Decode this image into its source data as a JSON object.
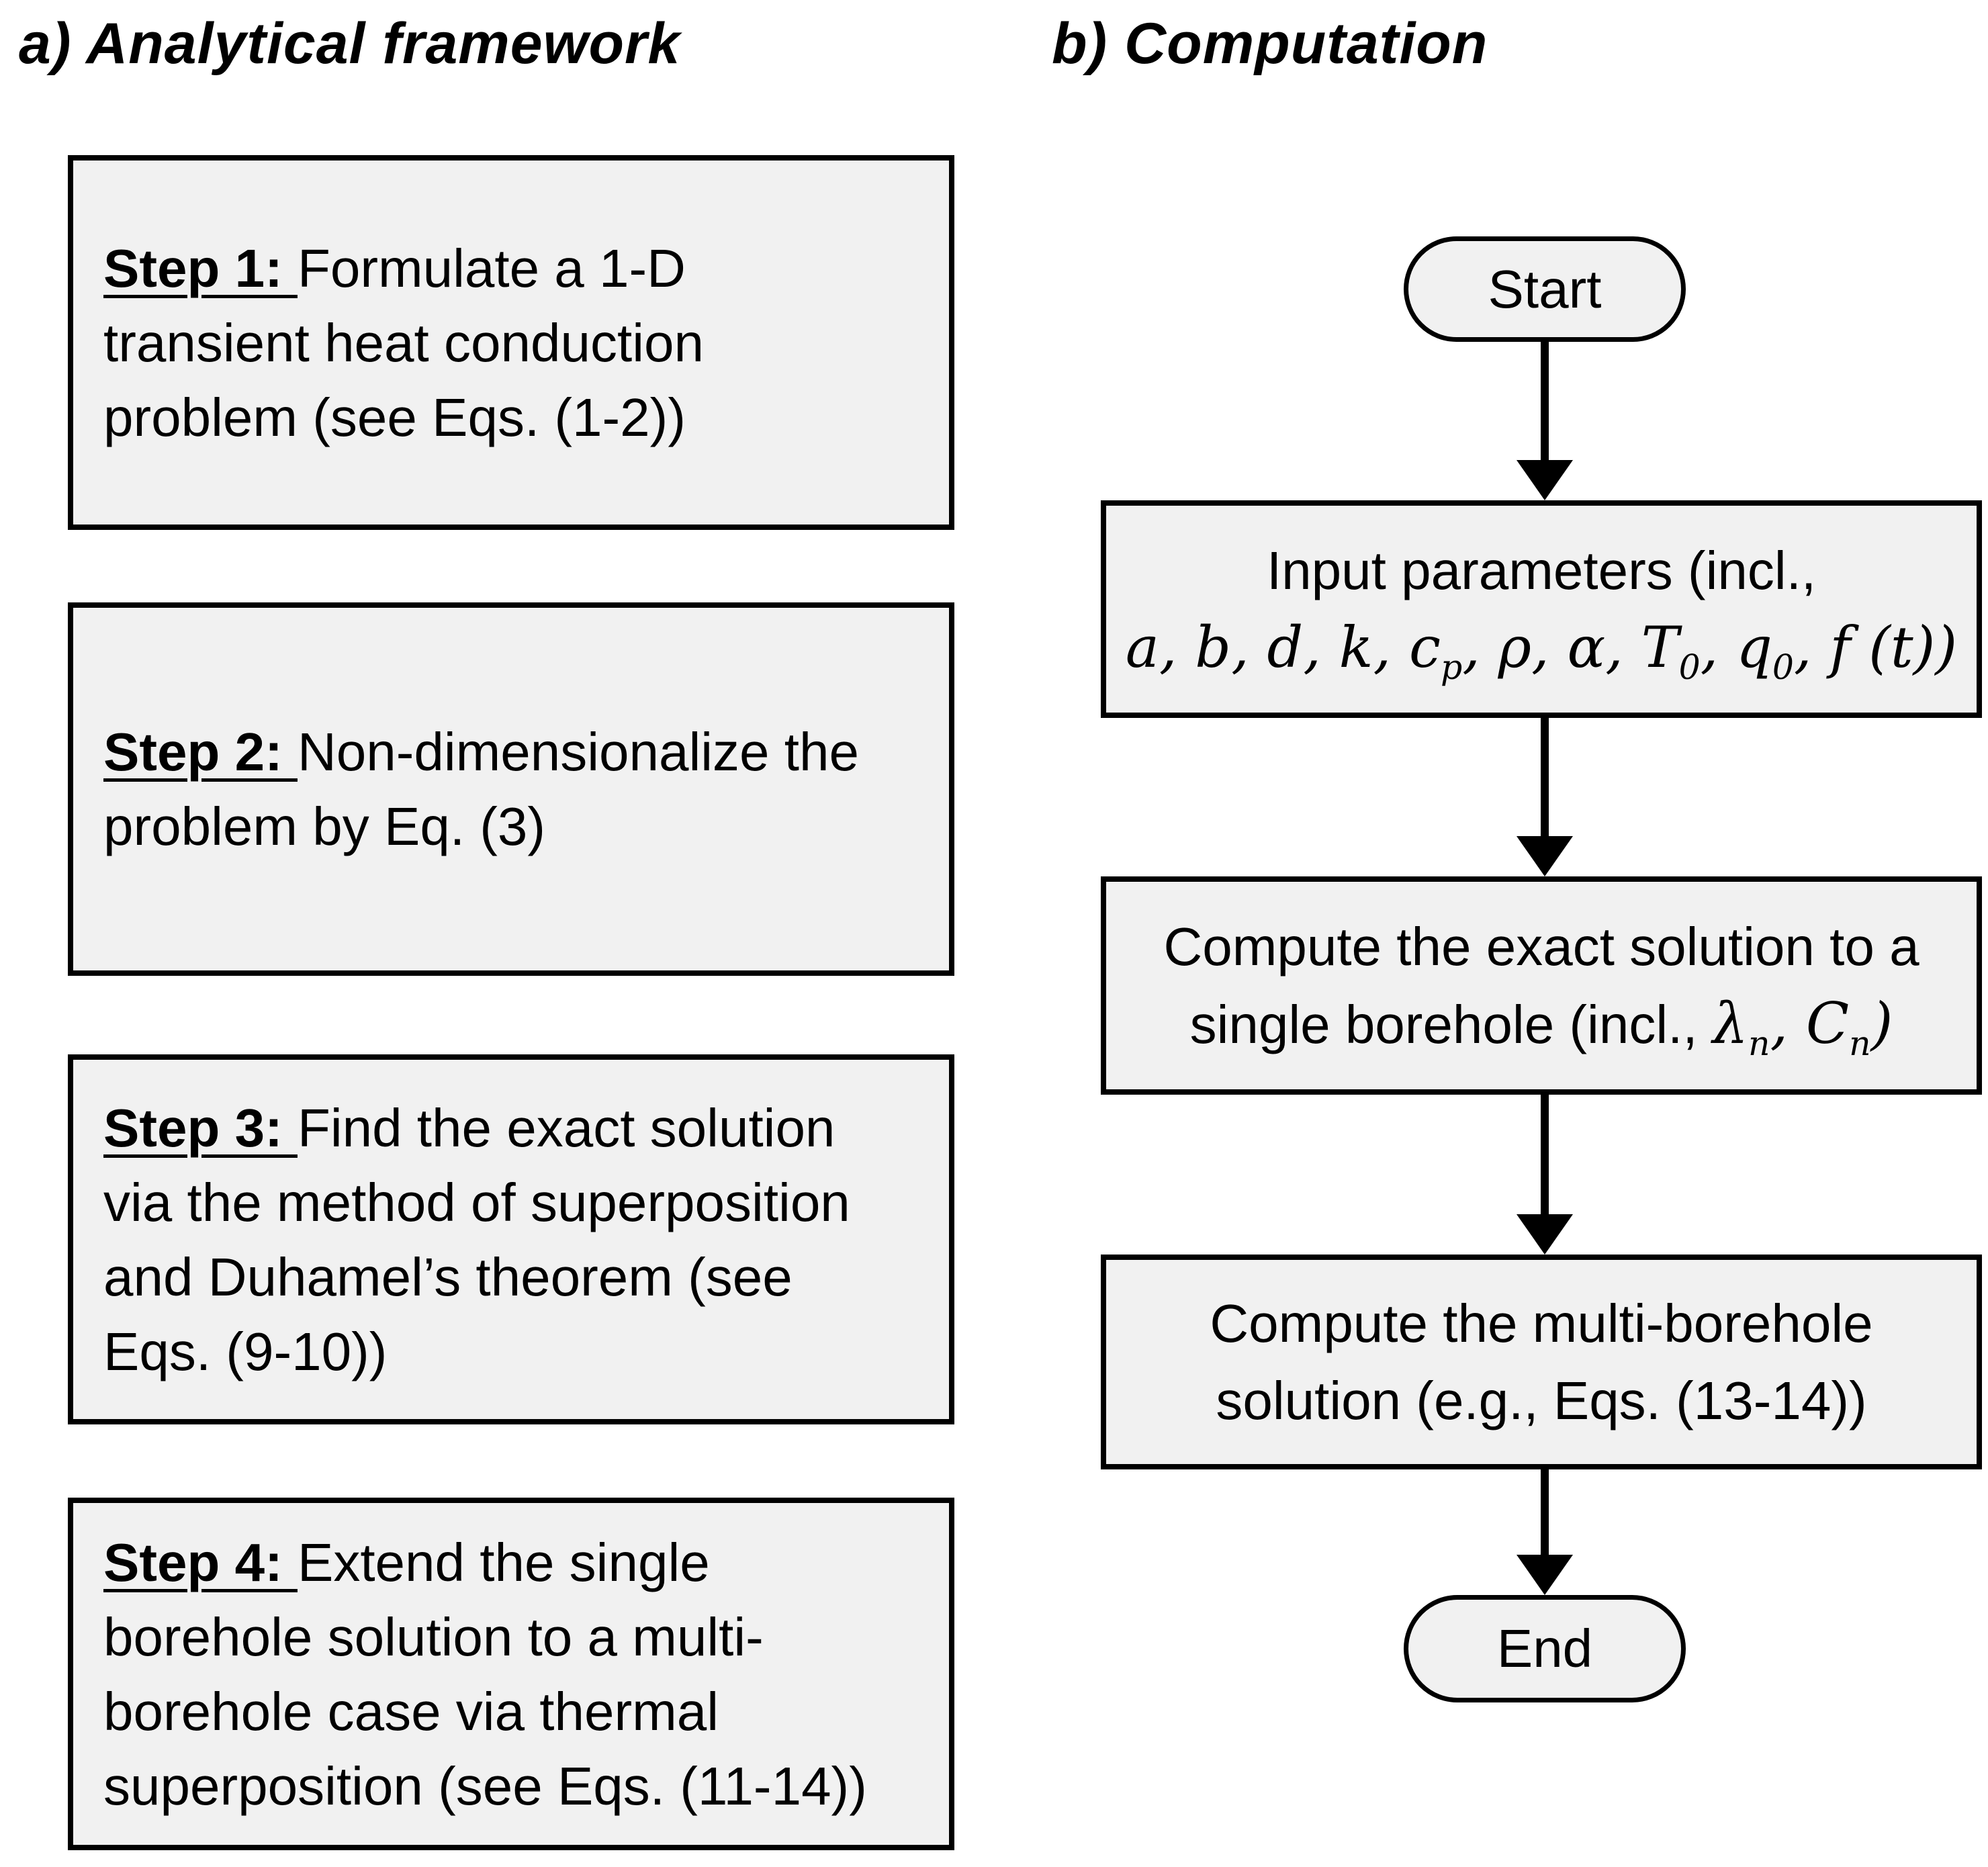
{
  "panel_a": {
    "title": "a) Analytical framework",
    "steps": [
      {
        "prefix": "Step 1: ",
        "lines": [
          "Formulate a 1-D",
          "transient heat conduction",
          "problem (see Eqs. (1-2))"
        ]
      },
      {
        "prefix": "Step 2: ",
        "lines": [
          "Non-dimensionalize the",
          "problem by Eq. (3)"
        ]
      },
      {
        "prefix": "Step 3: ",
        "lines": [
          "Find the exact solution",
          "via the method of superposition",
          "and Duhamel’s theorem (see",
          "Eqs. (9-10))"
        ]
      },
      {
        "prefix": "Step 4: ",
        "lines": [
          "Extend the single",
          "borehole solution to a multi-",
          "borehole case via thermal",
          "superposition (see Eqs. (11-14))"
        ]
      }
    ]
  },
  "panel_b": {
    "title": "b) Computation",
    "start_label": "Start",
    "end_label": "End",
    "input_box": {
      "line1": "Input parameters (incl.,",
      "math": {
        "p1": "a, b, d, k, c",
        "s1": "p",
        "p2": ", ρ, α, T",
        "s2": "0",
        "p3": ", q",
        "s3": "0",
        "p4": ", f (t))"
      }
    },
    "single_box": {
      "line1": "Compute the exact solution to a",
      "line2_pre": "single borehole (incl., ",
      "math": {
        "p1": "λ",
        "s1": "n",
        "p2": ", C",
        "s2": "n",
        "p3": ")"
      }
    },
    "multi_box": {
      "lines": [
        "Compute the multi-borehole",
        "solution (e.g., Eqs. (13-14))"
      ]
    }
  },
  "colors": {
    "background": "#ffffff",
    "box_fill": "#f1f1f1",
    "box_border": "#000000",
    "text": "#000000"
  }
}
